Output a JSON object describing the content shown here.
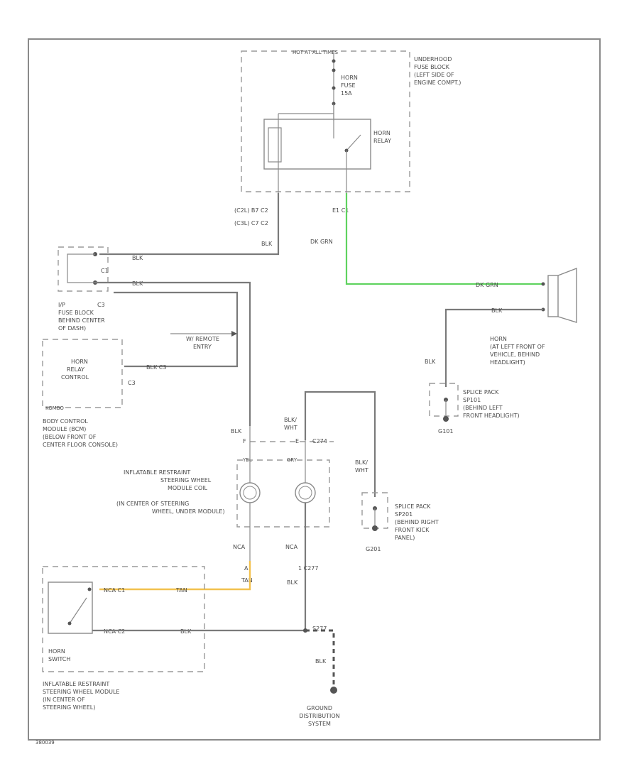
{
  "labels": {
    "hot_at_all_times": "HOT AT ALL TIMES",
    "underhood_fuse_block": [
      "UNDERHOOD",
      "FUSE BLOCK",
      "(LEFT SIDE OF",
      "ENGINE COMPT.)"
    ],
    "horn_fuse": [
      "HORN",
      "FUSE",
      "15A"
    ],
    "horn_relay": [
      "HORN",
      "RELAY"
    ],
    "c2_b7_c2": "(C2L) B7  C2",
    "c2_c7_c2": "(C3L) C7  C2",
    "e1_c1": "E1  C1",
    "wire_blk_relay": "BLK",
    "wire_dkgrn": "DK GRN",
    "wire_dkgrn_horn": "DK GRN",
    "wire_blk_horn": "BLK",
    "ip_conn_top": "C1",
    "ip_conn_bottom": "C3",
    "wire_blk_ip_top": "BLK",
    "wire_blk_ip_bottom": "BLK",
    "ip_fuse_block": [
      "I/P",
      "FUSE BLOCK",
      "BEHIND CENTER",
      "OF DASH)"
    ],
    "remote_entry": [
      "W/ REMOTE",
      "ENTRY"
    ],
    "horn_relay_control": [
      "HORN",
      "RELAY",
      "CONTROL"
    ],
    "bcm_wire": "BLK   C3",
    "bcm_conn": "C3",
    "bcm_box_label": "KOMBO",
    "body_control_module": [
      "BODY CONTROL",
      "MODULE (BCM)",
      "(BELOW FRONT OF",
      "CENTER FLOOR CONSOLE)"
    ],
    "horn": [
      "HORN",
      "(AT LEFT FRONT OF",
      "VEHICLE, BEHIND",
      "HEADLIGHT)"
    ],
    "horn_ground_wire": "BLK",
    "splice_pack_left": [
      "SPLICE PACK",
      "SP101",
      "(BEHIND LEFT",
      "FRONT HEADLIGHT)"
    ],
    "g101": "G101",
    "blk_left_col": "BLK",
    "blk_wht_mid": [
      "BLK/",
      "WHT"
    ],
    "c274": "C274",
    "f_pin": "F",
    "e_pin": "E",
    "yellow_label": "YEL",
    "grey_label": "GRY",
    "inflatable_module": [
      "INFLATABLE RESTRAINT",
      "STEERING WHEEL",
      "MODULE COIL",
      "(IN CENTER OF STEERING",
      "WHEEL, UNDER MODULE)"
    ],
    "blk_wht_right": [
      "BLK/",
      "WHT"
    ],
    "splice_pack_right": [
      "SPLICE PACK",
      "SP201",
      "(BEHIND RIGHT",
      "FRONT KICK",
      "PANEL)"
    ],
    "g201": "G201",
    "nca_left": "NCA",
    "nca_right": "NCA",
    "c277_left_pin": "A",
    "c277_right": "1   C277",
    "tan_label": "TAN",
    "blk_mid_down": "BLK",
    "horn_switch_wire_top": "NCA  C1",
    "horn_switch_wire_tan": "TAN",
    "horn_switch_wire_bottom": "NCA  C2",
    "horn_switch_wire_blk": "BLK",
    "s277": "S277",
    "blk_ground": "BLK",
    "horn_switch": [
      "HORN",
      "SWITCH"
    ],
    "inflatable_bottom": [
      "INFLATABLE RESTRAINT",
      "STEERING WHEEL MODULE",
      "(IN CENTER OF",
      "STEERING WHEEL)"
    ],
    "ground_distribution": [
      "GROUND",
      "DISTRIBUTION",
      "SYSTEM"
    ],
    "corner_code": "380039"
  },
  "colors": {
    "dk_grn_wire": "#5fd35f",
    "tan_wire": "#f2c14e",
    "default_wire": "#7a7a7a"
  }
}
